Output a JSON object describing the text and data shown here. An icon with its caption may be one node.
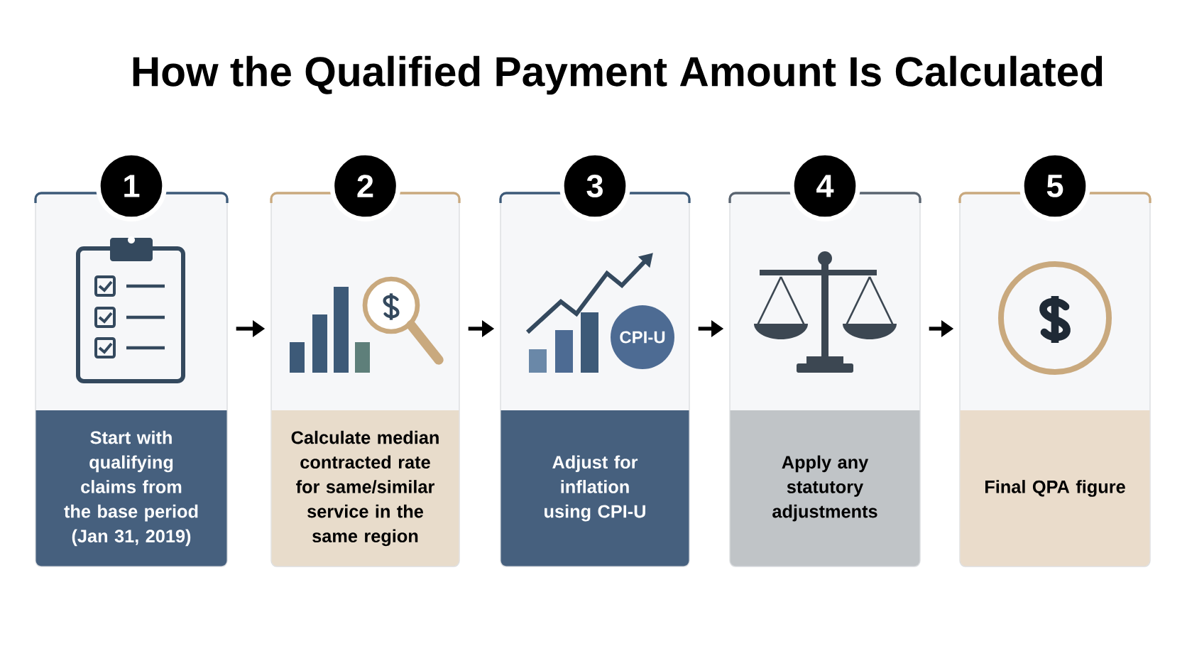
{
  "diagram": {
    "title": "How the Qualified Payment Amount Is Calculated",
    "nodes": [
      {
        "text": [
          "1",
          "Start with qualifying claims from the base period (Jan 31, 2019)"
        ]
      },
      {
        "text": [
          "2",
          "Calculate median contracted rate for same/similar service in the same region"
        ]
      },
      {
        "text": [
          "3",
          "Adjust for inflation using CPI-U"
        ]
      },
      {
        "text": [
          "CPI-U"
        ],
        "in": 2
      },
      {
        "text": [
          "4",
          "Apply any statutory adjustments"
        ]
      },
      {
        "text": [
          "5",
          "Final QPA figure"
        ]
      }
    ],
    "edges": [
      {
        "from": 0,
        "to": 1,
        "arrow": "to"
      },
      {
        "from": 1,
        "to": 2,
        "arrow": "to"
      },
      {
        "from": 2,
        "to": 4,
        "arrow": "to"
      },
      {
        "from": 4,
        "to": 5,
        "arrow": "to"
      }
    ]
  }
}
